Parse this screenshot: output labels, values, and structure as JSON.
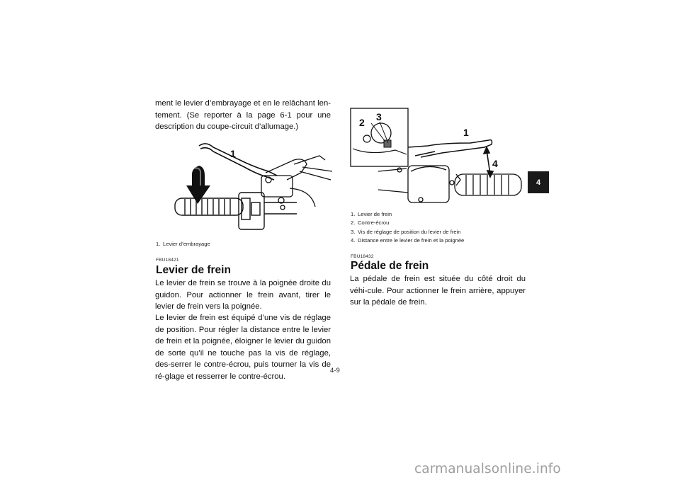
{
  "left_column": {
    "intro_text": "ment le levier d’embrayage et en le relâchant len-tement. (Se reporter à la page 6-1 pour une description du coupe-circuit d’allumage.)",
    "figure1": {
      "callout": "1",
      "captions": [
        {
          "num": "1.",
          "text": "Levier d’embrayage"
        }
      ]
    },
    "section_code": "FBU18421",
    "heading": "Levier de frein",
    "paragraph1": "Le levier de frein se trouve à la poignée droite du guidon. Pour actionner le frein avant, tirer le levier de frein vers la poignée.",
    "paragraph2": "Le levier de frein est équipé d’une vis de réglage de position. Pour régler la distance entre le levier de frein et la poignée, éloigner le levier du guidon de sorte qu’il ne touche pas la vis de réglage, des-serrer le contre-écrou, puis tourner la vis de ré-glage et resserrer le contre-écrou."
  },
  "right_column": {
    "figure2": {
      "callouts": [
        "2",
        "3",
        "1",
        "4"
      ],
      "captions": [
        {
          "num": "1.",
          "text": "Levier de frein"
        },
        {
          "num": "2.",
          "text": "Contre-écrou"
        },
        {
          "num": "3.",
          "text": "Vis de réglage de position du levier de frein"
        },
        {
          "num": "4.",
          "text": "Distance entre le levier de frein et la poignée"
        }
      ]
    },
    "section_code": "FBU18432",
    "heading": "Pédale de frein",
    "paragraph1": "La pédale de frein est située du côté droit du véhi-cule. Pour actionner le frein arrière, appuyer sur la pédale de frein."
  },
  "page_number": "4-9",
  "chapter_tab": "4",
  "watermark": "carmanualsonline.info"
}
